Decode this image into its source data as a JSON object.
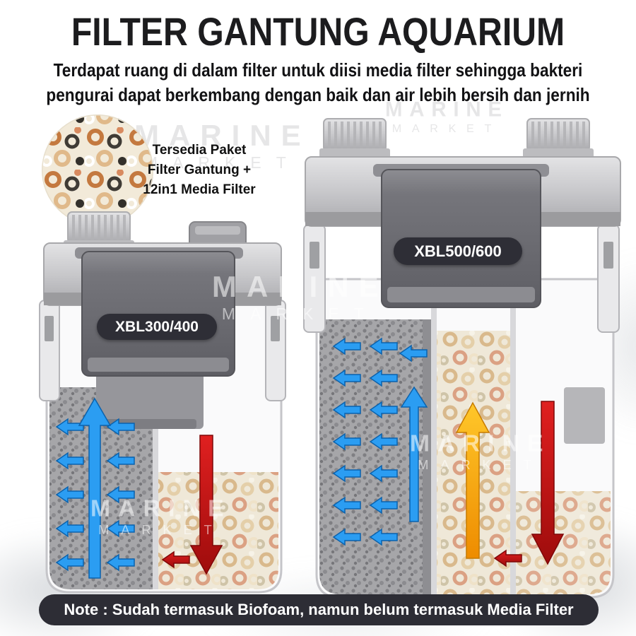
{
  "title": "FILTER GANTUNG AQUARIUM",
  "subtitle": {
    "line1": "Terdapat ruang di dalam filter untuk diisi media filter sehingga bakteri",
    "line2": "pengurai dapat berkembang dengan baik dan air lebih bersih dan jernih"
  },
  "package_offer": {
    "line1": "Tersedia Paket",
    "line2": "Filter Gantung +",
    "line3": "12in1 Media Filter"
  },
  "models": {
    "small": "XBL300/400",
    "large": "XBL500/600"
  },
  "watermark": {
    "line1": "MARINE",
    "line2": "MARKET"
  },
  "note": "Note : Sudah termasuk Biofoam, namun belum termasuk Media Filter",
  "colors": {
    "arrow_blue": "#2b9df2",
    "arrow_red": "#c01212",
    "arrow_orange": "#f6a200",
    "badge_bg": "#2e2e36",
    "note_bg": "#2d2d35",
    "title_text": "#1c1c1e"
  }
}
